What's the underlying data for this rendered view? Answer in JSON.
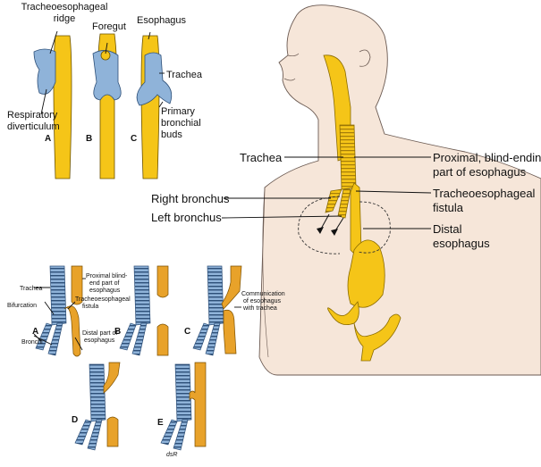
{
  "top_left": {
    "labels": {
      "tracheoesophageal_ridge": [
        "Tracheoesophageal",
        "ridge"
      ],
      "foregut": "Foregut",
      "esophagus": "Esophagus",
      "trachea": "Trachea",
      "respiratory_diverticulum": [
        "Respiratory",
        "diverticulum"
      ],
      "primary_bronchial_buds": [
        "Primary",
        "bronchial",
        "buds"
      ]
    },
    "panels": [
      "A",
      "B",
      "C"
    ]
  },
  "infant": {
    "labels": {
      "trachea": "Trachea",
      "proximal_esophagus": [
        "Proximal, blind-ending",
        "part of esophagus"
      ],
      "right_bronchus": "Right bronchus",
      "tracheoesophageal_fistula": [
        "Tracheoesophageal",
        "fistula"
      ],
      "left_bronchus": "Left bronchus",
      "distal_esophagus": [
        "Distal",
        "esophagus"
      ]
    }
  },
  "anomalies": {
    "labels": {
      "trachea": "Trachea",
      "proximal_blind_end": [
        "Proximal blind-",
        "end part of",
        "esophagus"
      ],
      "bifurcation": "Bifurcation",
      "tracheoesophageal_fistula": [
        "Tracheoesophageal",
        "fistula"
      ],
      "bronchi": "Bronchi",
      "distal_part": [
        "Distal part of",
        "esophagus"
      ],
      "communication": [
        "Communication",
        "of esophagus",
        "with trachea"
      ]
    },
    "panels": [
      "A",
      "B",
      "C",
      "D",
      "E"
    ],
    "signature": "dsR"
  },
  "colors": {
    "esophagus_yellow": "#f5c518",
    "esophagus_orange": "#e8a22a",
    "trachea_blue": "#8fb3d9",
    "skin": "#f6e6d9",
    "skin_outline": "#6b5a52"
  }
}
